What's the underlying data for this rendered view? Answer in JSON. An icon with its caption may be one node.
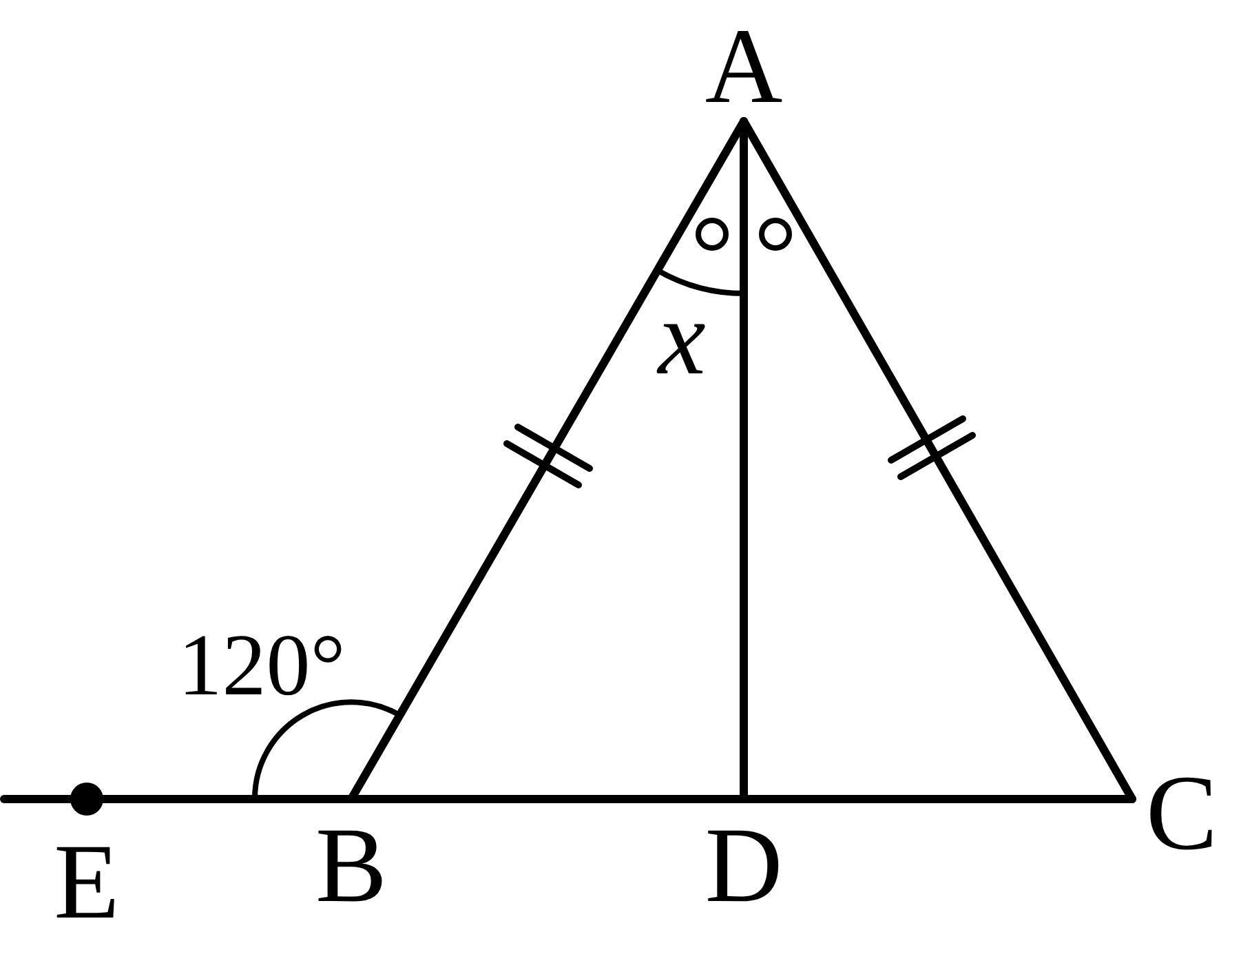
{
  "diagram": {
    "labels": [
      "A",
      "120°",
      "x",
      "E",
      "B",
      "D",
      "C"
    ]
  }
}
